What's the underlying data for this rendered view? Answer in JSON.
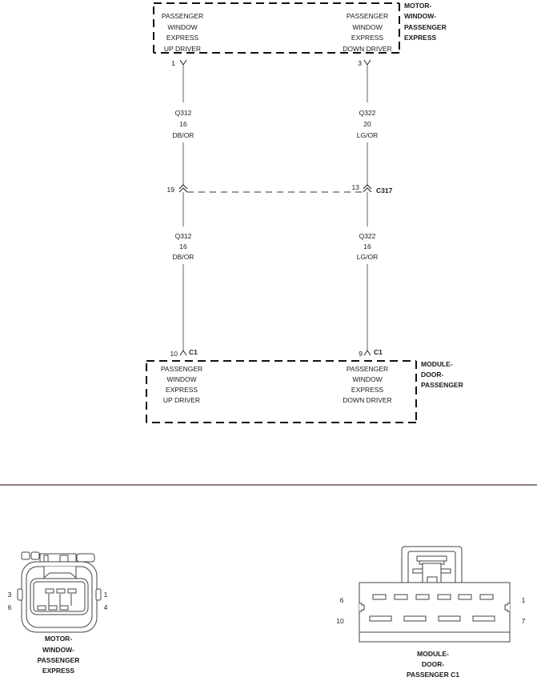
{
  "diagram": {
    "top_component": {
      "name_lines": [
        "MOTOR-",
        "WINDOW-",
        "PASSENGER",
        "EXPRESS"
      ],
      "left_pin_label": [
        "PASSENGER",
        "WINDOW",
        "EXPRESS",
        "UP DRIVER"
      ],
      "right_pin_label": [
        "PASSENGER",
        "WINDOW",
        "EXPRESS",
        "DOWN DRIVER"
      ],
      "left_pin": "1",
      "right_pin": "3"
    },
    "upper_wires": {
      "left": {
        "circuit": "Q312",
        "gauge": "16",
        "color": "DB/OR"
      },
      "right": {
        "circuit": "Q322",
        "gauge": "20",
        "color": "LG/OR"
      }
    },
    "inline_connector": {
      "name": "C317",
      "left_pin": "19",
      "right_pin": "13"
    },
    "lower_wires": {
      "left": {
        "circuit": "Q312",
        "gauge": "16",
        "color": "DB/OR"
      },
      "right": {
        "circuit": "Q322",
        "gauge": "16",
        "color": "LG/OR"
      }
    },
    "bottom_component": {
      "name_lines": [
        "MODULE-",
        "DOOR-",
        "PASSENGER"
      ],
      "connector": "C1",
      "left_pin": "10",
      "right_pin": "9",
      "left_pin_label": [
        "PASSENGER",
        "WINDOW",
        "EXPRESS",
        "UP DRIVER"
      ],
      "right_pin_label": [
        "PASSENGER",
        "WINDOW",
        "EXPRESS",
        "DOWN DRIVER"
      ]
    },
    "separator_color": "#6b5555",
    "connector_views": {
      "motor": {
        "pins": {
          "top_left": "3",
          "bottom_left": "6",
          "top_right": "1",
          "bottom_right": "4"
        },
        "caption_lines": [
          "MOTOR-",
          "WINDOW-",
          "PASSENGER",
          "EXPRESS"
        ]
      },
      "module": {
        "pins": {
          "top_left": "6",
          "bottom_left": "10",
          "top_right": "1",
          "bottom_right": "7"
        },
        "caption_lines": [
          "MODULE-",
          "DOOR-",
          "PASSENGER C1"
        ]
      }
    }
  }
}
